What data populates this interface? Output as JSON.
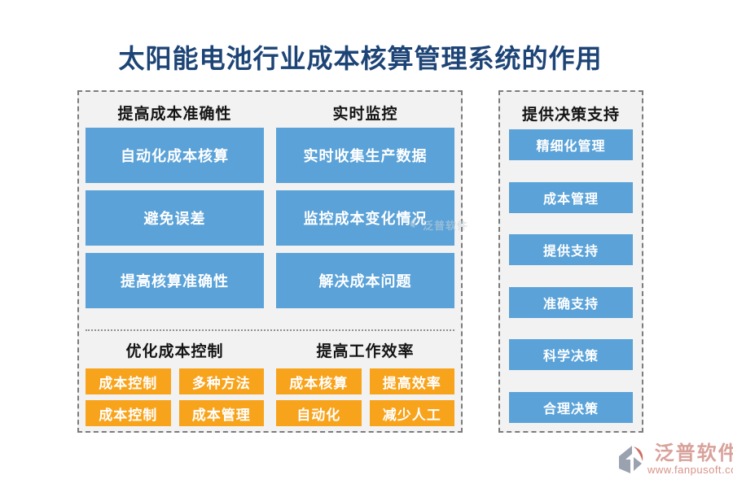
{
  "title": "太阳能电池行业成本核算管理系统的作用",
  "left_panel": {
    "sections_top": [
      {
        "header": "提高成本准确性",
        "items": [
          "自动化成本核算",
          "避免误差",
          "提高核算准确性"
        ]
      },
      {
        "header": "实时监控",
        "items": [
          "实时收集生产数据",
          "监控成本变化情况",
          "解决成本问题"
        ]
      }
    ],
    "sections_bottom": [
      {
        "header": "优化成本控制",
        "items": [
          "成本控制",
          "多种方法",
          "成本控制",
          "成本管理"
        ]
      },
      {
        "header": "提高工作效率",
        "items": [
          "成本核算",
          "提高效率",
          "自动化",
          "减少人工"
        ]
      }
    ]
  },
  "right_panel": {
    "header": "提供决策支持",
    "items": [
      "精细化管理",
      "成本管理",
      "提供支持",
      "准确支持",
      "科学决策",
      "合理决策"
    ]
  },
  "watermark": {
    "text": "泛普软件"
  },
  "logo": {
    "name": "泛普软件",
    "url": "www.fanpusoft.com"
  },
  "colors": {
    "title_text": "#1d4476",
    "blue_block": "#5aa2d8",
    "orange_block": "#f8a31c",
    "panel_background": "#f2f2f2",
    "panel_border": "#7c7c7c",
    "logo_name": "#d8a29b",
    "logo_url": "#d8938a"
  }
}
